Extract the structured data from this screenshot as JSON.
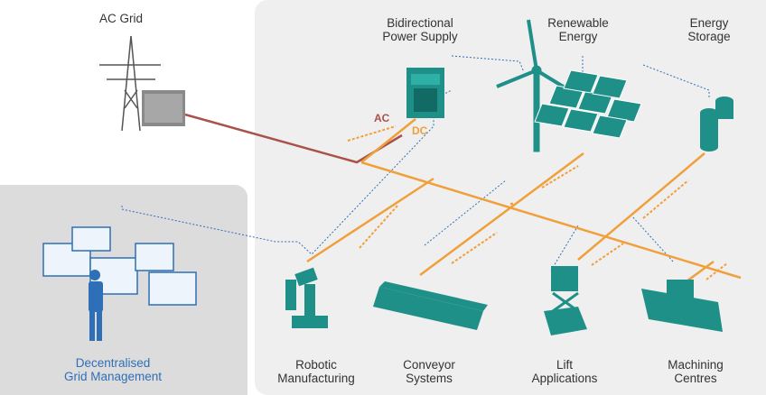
{
  "colors": {
    "grid_red": "#a8524a",
    "dc_orange": "#f0a03a",
    "data_blue": "#2f6fb7",
    "teal": "#1f9088",
    "teal_dark": "#126a64"
  },
  "labels": {
    "ac_grid": "AC Grid",
    "bidirectional": [
      "Bidirectional",
      "Power Supply"
    ],
    "renewable": [
      "Renewable",
      "Energy"
    ],
    "storage": [
      "Energy",
      "Storage"
    ],
    "mgmt": [
      "Decentralised",
      "Grid Management"
    ],
    "robotic": [
      "Robotic",
      "Manufacturing"
    ],
    "conveyor": [
      "Conveyor",
      "Systems"
    ],
    "lift": [
      "Lift",
      "Applications"
    ],
    "machining": [
      "Machining",
      "Centres"
    ],
    "ac": "AC",
    "dc": "DC"
  },
  "icons": [
    "power-pylon-icon",
    "transformer-icon",
    "power-supply-cabinet-icon",
    "wind-turbine-icon",
    "solar-panels-icon",
    "battery-stack-icon",
    "robot-arm-icon",
    "conveyor-icon",
    "lift-icon",
    "machining-centre-icon",
    "operator-icon",
    "monitor-screen-icon"
  ]
}
